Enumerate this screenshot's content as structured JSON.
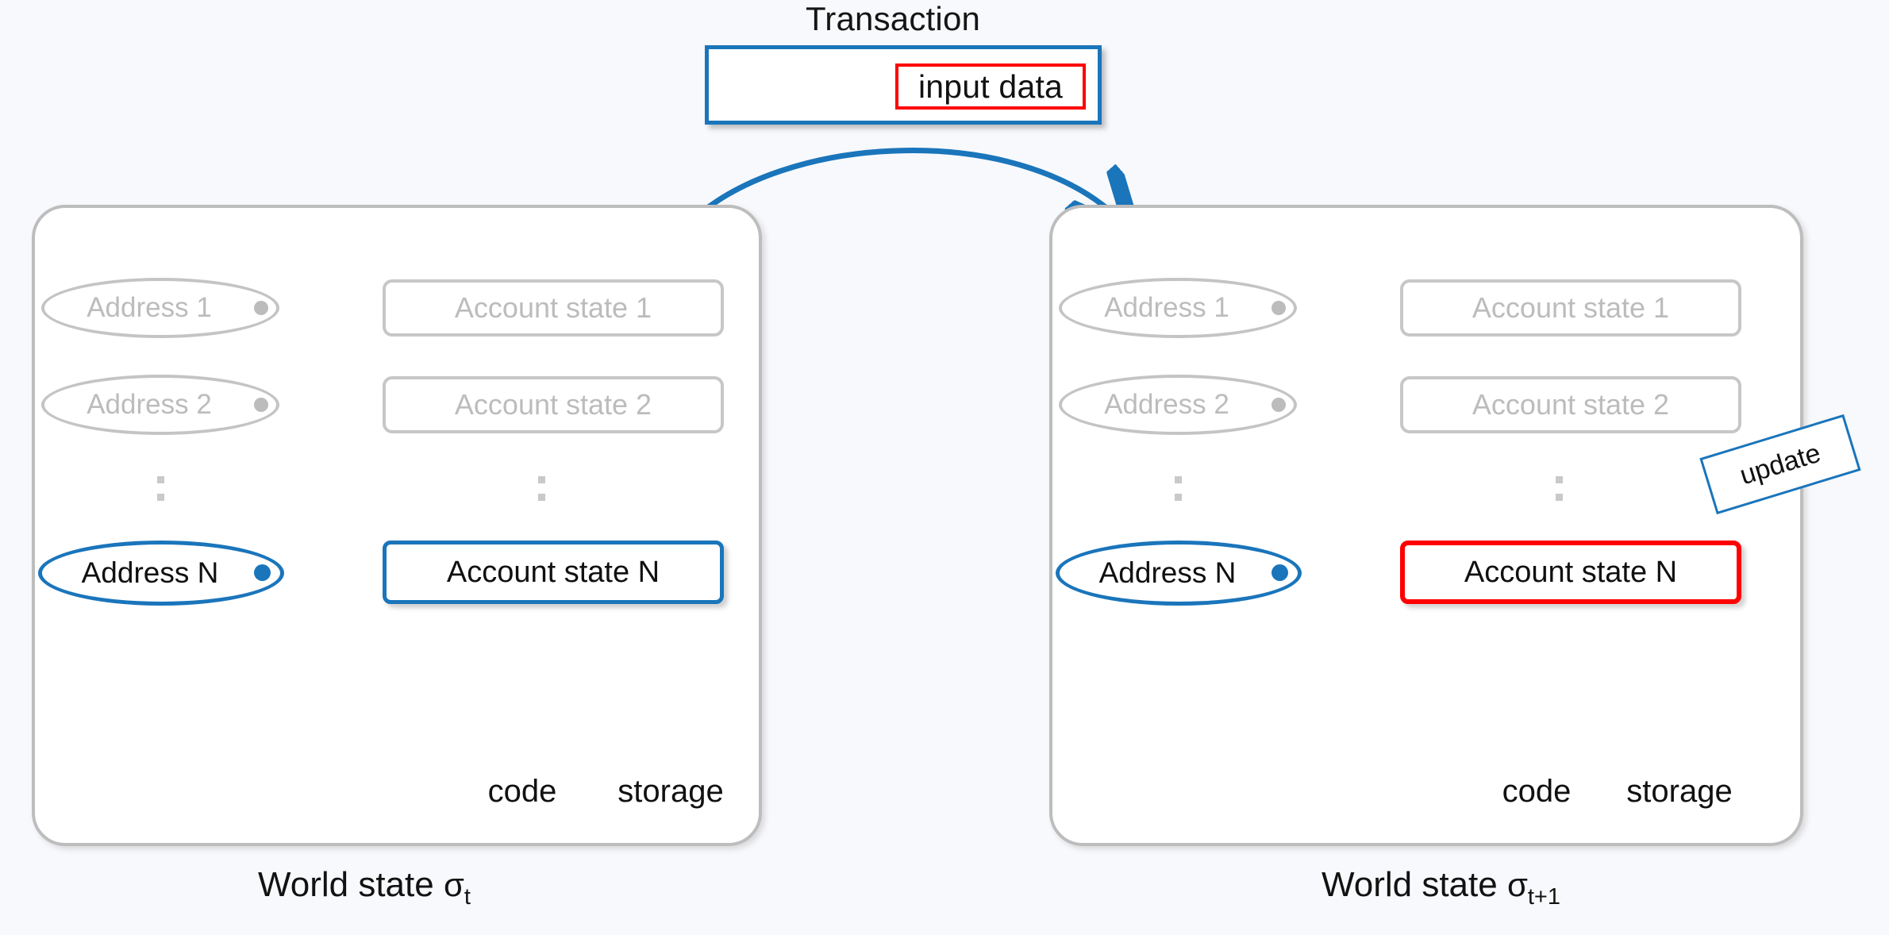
{
  "colors": {
    "blue": "#1a75bb",
    "red": "#ff0000",
    "gray": "#bdbdbd",
    "dim_text": "#bcbcbc",
    "background": "#f8f9fc",
    "text": "#111111"
  },
  "transaction": {
    "title": "Transaction",
    "input_data_label": "input data"
  },
  "left_state": {
    "caption_prefix": "World state",
    "caption_sigma": "σ",
    "caption_subscript": "t",
    "rows": [
      {
        "address": "Address 1",
        "account_state": "Account state 1",
        "style": "dim"
      },
      {
        "address": "Address 2",
        "account_state": "Account state 2",
        "style": "dim"
      },
      {
        "address": "Address N",
        "account_state": "Account state N",
        "style": "blue"
      }
    ],
    "ellipsis": "⋮",
    "code_label": "code",
    "storage_label": "storage",
    "code_style": "blue",
    "storage_style": "blue"
  },
  "right_state": {
    "caption_prefix": "World state",
    "caption_sigma": "σ",
    "caption_subscript": "t+1",
    "rows": [
      {
        "address": "Address 1",
        "account_state": "Account state 1",
        "style": "dim"
      },
      {
        "address": "Address 2",
        "account_state": "Account state 2",
        "style": "dim"
      },
      {
        "address": "Address N",
        "account_state": "Account state N",
        "style": "red"
      }
    ],
    "ellipsis": "⋮",
    "code_label": "code",
    "storage_label": "storage",
    "code_style": "blue",
    "storage_style": "red",
    "callout_label": "update"
  },
  "icons": {
    "code_icon": "code-document-icon",
    "storage_icon": "database-cylinder-icon",
    "transition_arrow": "curved-transition-arrow",
    "link_arrow": "address-to-state-arrow",
    "bidirectional_arrow": "dotted-bidirectional-arrow"
  }
}
